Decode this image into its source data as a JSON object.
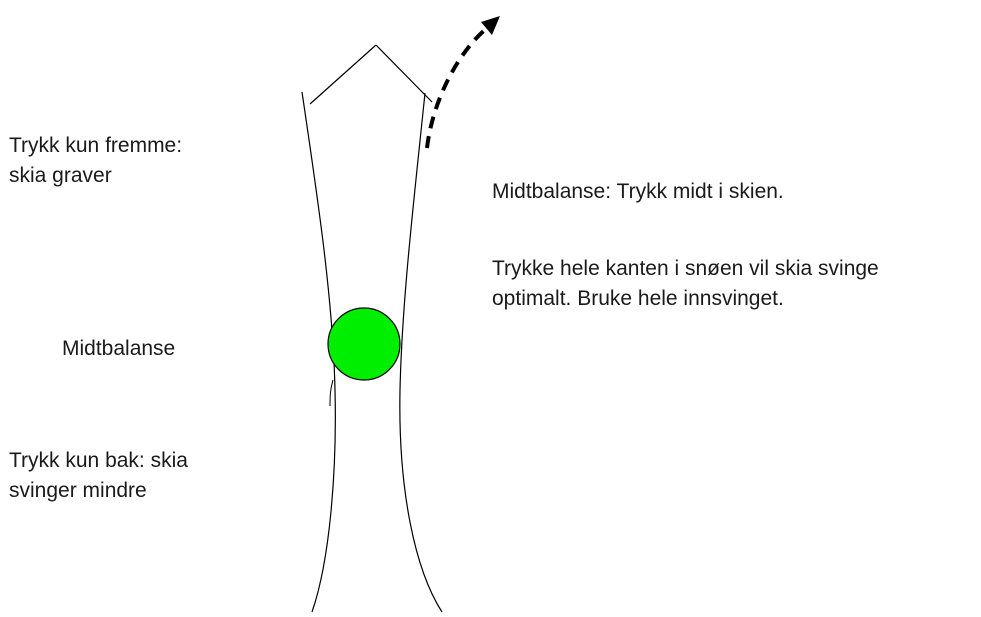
{
  "labels": {
    "front_pressure": "Trykk kun fremme:\nskia graver",
    "mid_balance": "Midtbalanse",
    "back_pressure": "Trykk kun bak: skia\nsvinger mindre",
    "mid_balance_description": "Midtbalanse: Trykk midt i skien.",
    "whole_edge_description": "Trykke hele kanten i snøen vil skia svinge\noptimalt. Bruke hele innsvinget."
  },
  "colors": {
    "balance_point": "#00ee00",
    "line": "#000000"
  }
}
